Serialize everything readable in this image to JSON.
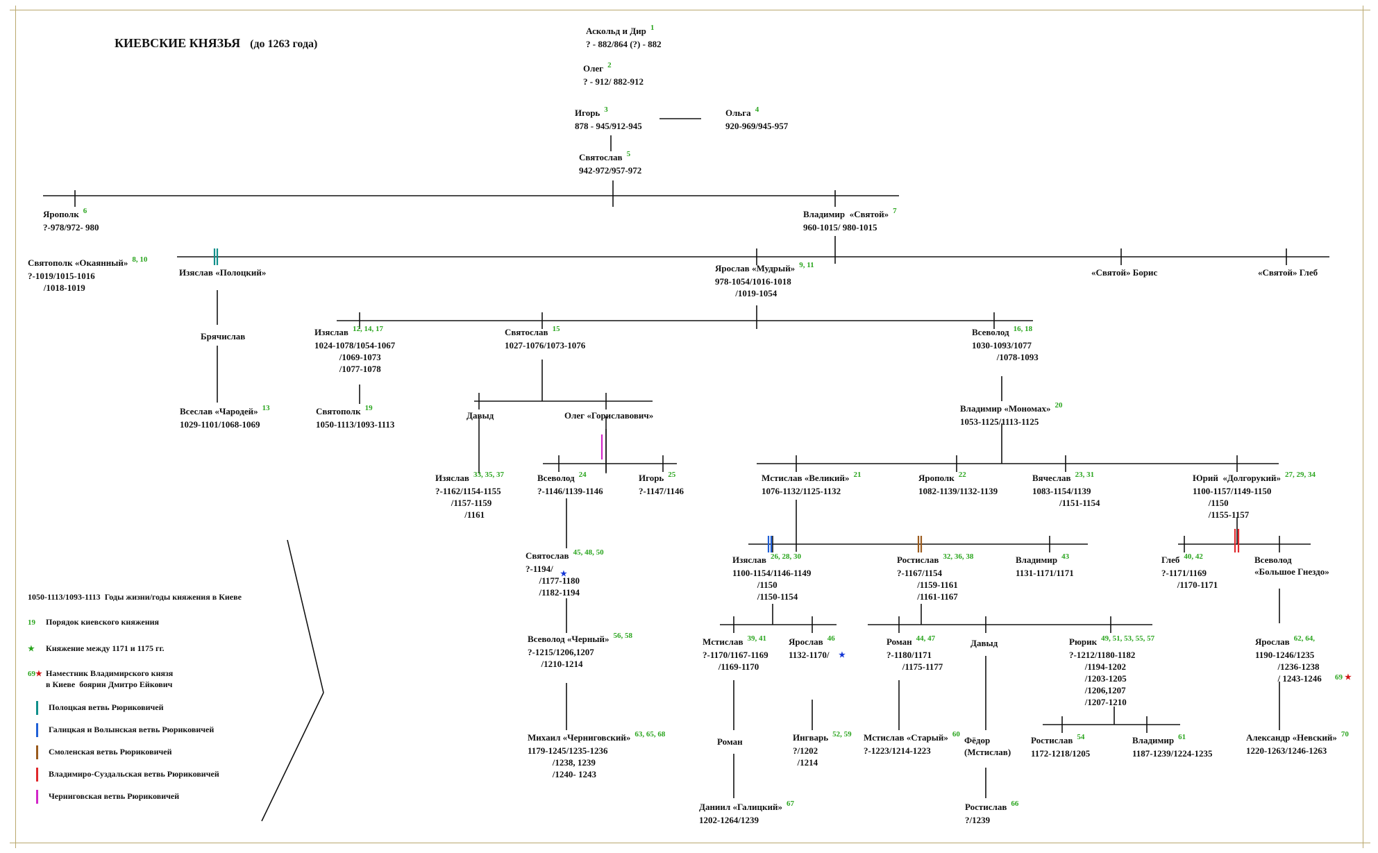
{
  "title": {
    "main": "КИЕВСКИЕ   КНЯЗЬЯ",
    "sub": "(до 1263 года)"
  },
  "colors": {
    "frame": "#b9a76d",
    "order_number": "#2aa51e",
    "polotsk": "#0f8f8a",
    "galich_volyn": "#1f5fd6",
    "smolensk": "#9a5a1c",
    "vladimir_suzdal": "#e0272b",
    "chernigov": "#d226c8"
  },
  "persons": [
    {
      "name": "Аскольд и Дир",
      "n": "1",
      "dates": [
        "? - 882/864 (?) - 882"
      ]
    },
    {
      "name": "Олег",
      "n": "2",
      "dates": [
        "? - 912/ 882-912"
      ]
    },
    {
      "name": "Игорь",
      "n": "3",
      "dates": [
        "878 - 945/912-945"
      ]
    },
    {
      "name": "Ольга",
      "n": "4",
      "dates": [
        "920-969/945-957"
      ]
    },
    {
      "name": "Святослав",
      "n": "5",
      "dates": [
        "942-972/957-972"
      ]
    },
    {
      "name": "Ярополк",
      "n": "6",
      "dates": [
        "?-978/972- 980"
      ]
    },
    {
      "name": "Владимир  «Святой»",
      "n": "7",
      "dates": [
        "960-1015/ 980-1015"
      ]
    },
    {
      "name": "Святополк «Окаянный»",
      "n": "8, 10",
      "dates": [
        "?-1019/1015-1016",
        "       /1018-1019"
      ]
    },
    {
      "name": "Изяслав «Полоцкий»",
      "n": "",
      "dates": []
    },
    {
      "name": "Ярослав «Мудрый»",
      "n": "9, 11",
      "dates": [
        "978-1054/1016-1018",
        "         /1019-1054"
      ]
    },
    {
      "name": "«Святой» Борис",
      "n": "",
      "dates": []
    },
    {
      "name": "«Святой» Глеб",
      "n": "",
      "dates": []
    },
    {
      "name": "Брячислав",
      "n": "",
      "dates": []
    },
    {
      "name": "Изяслав",
      "n": "12, 14, 17",
      "dates": [
        "1024-1078/1054-1067",
        "           /1069-1073",
        "           /1077-1078"
      ]
    },
    {
      "name": "Святослав",
      "n": "15",
      "dates": [
        "1027-1076/1073-1076"
      ]
    },
    {
      "name": "Всеволод",
      "n": "16, 18",
      "dates": [
        "1030-1093/1077",
        "           /1078-1093"
      ]
    },
    {
      "name": "Всеслав «Чародей»",
      "n": "13",
      "dates": [
        "1029-1101/1068-1069"
      ]
    },
    {
      "name": "Святополк",
      "n": "19",
      "dates": [
        "1050-1113/1093-1113"
      ]
    },
    {
      "name": "Давыд",
      "n": "",
      "dates": []
    },
    {
      "name": "Олег «Гориславович»",
      "n": "",
      "dates": []
    },
    {
      "name": "Владимир «Мономах»",
      "n": "20",
      "dates": [
        "1053-1125/1113-1125"
      ]
    },
    {
      "name": "Изяслав",
      "n": "33, 35, 37",
      "dates": [
        "?-1162/1154-1155",
        "       /1157-1159",
        "             /1161"
      ]
    },
    {
      "name": "Всеволод",
      "n": "24",
      "dates": [
        "?-1146/1139-1146"
      ]
    },
    {
      "name": "Игорь",
      "n": "25",
      "dates": [
        "?-1147/1146"
      ]
    },
    {
      "name": "Мстислав «Великий»",
      "n": "21",
      "dates": [
        "1076-1132/1125-1132"
      ]
    },
    {
      "name": "Ярополк",
      "n": "22",
      "dates": [
        "1082-1139/1132-1139"
      ]
    },
    {
      "name": "Вячеслав",
      "n": "23, 31",
      "dates": [
        "1083-1154/1139",
        "            /1151-1154"
      ]
    },
    {
      "name": "Юрий  «Долгорукий»",
      "n": "27, 29, 34",
      "dates": [
        "1100-1157/1149-1150",
        "       /1150",
        "       /1155-1157"
      ]
    },
    {
      "name": "Святослав",
      "n": "45, 48, 50",
      "dates": [
        "?-1194/",
        "      /1177-1180",
        "      /1182-1194"
      ]
    },
    {
      "name": "Изяслав",
      "n": "26, 28, 30",
      "dates": [
        "1100-1154/1146-1149",
        "           /1150",
        "           /1150-1154"
      ]
    },
    {
      "name": "Ростислав",
      "n": "32, 36, 38",
      "dates": [
        "?-1167/1154",
        "         /1159-1161",
        "         /1161-1167"
      ]
    },
    {
      "name": "Владимир",
      "n": "43",
      "dates": [
        "1131-1171/1171"
      ]
    },
    {
      "name": "Глеб",
      "n": "40, 42",
      "dates": [
        "?-1171/1169",
        "       /1170-1171"
      ]
    },
    {
      "name": "Всеволод",
      "n": "",
      "dates": [
        "«Большое Гнездо»"
      ]
    },
    {
      "name": "Всеволод «Черный»",
      "n": "56, 58",
      "dates": [
        "?-1215/1206,1207",
        "      /1210-1214"
      ]
    },
    {
      "name": "Мстислав",
      "n": "39, 41",
      "dates": [
        "?-1170/1167-1169",
        "       /1169-1170"
      ]
    },
    {
      "name": "Ярослав",
      "n": "46",
      "dates": [
        "1132-1170/"
      ]
    },
    {
      "name": "Роман",
      "n": "44, 47",
      "dates": [
        "?-1180/1171",
        "       /1175-1177"
      ]
    },
    {
      "name": "Давыд",
      "n": "",
      "dates": []
    },
    {
      "name": "Рюрик",
      "n": "49, 51, 53, 55, 57",
      "dates": [
        "?-1212/1180-1182",
        "       /1194-1202",
        "       /1203-1205",
        "       /1206,1207",
        "       /1207-1210"
      ]
    },
    {
      "name": "Ярослав",
      "n": "62, 64,",
      "dates": [
        "1190-1246/1235",
        "          /1236-1238",
        "          / 1243-1246"
      ]
    },
    {
      "name": "Михаил «Черниговский»",
      "n": "63, 65, 68",
      "dates": [
        "1179-1245/1235-1236",
        "           /1238, 1239",
        "           /1240- 1243"
      ]
    },
    {
      "name": "Роман",
      "n": "",
      "dates": []
    },
    {
      "name": "Ингварь",
      "n": "52, 59",
      "dates": [
        "?/1202",
        "  /1214"
      ]
    },
    {
      "name": "Мстислав «Старый»",
      "n": "60",
      "dates": [
        "?-1223/1214-1223"
      ]
    },
    {
      "name": "Фёдор",
      "n": "",
      "dates": [
        "(Мстислав)"
      ]
    },
    {
      "name": "Ростислав",
      "n": "54",
      "dates": [
        "1172-1218/1205"
      ]
    },
    {
      "name": "Владимир",
      "n": "61",
      "dates": [
        "1187-1239/1224-1235"
      ]
    },
    {
      "name": "Александр «Невский»",
      "n": "70",
      "dates": [
        "1220-1263/1246-1263"
      ]
    },
    {
      "name": "Даниил «Галицкий»",
      "n": "67",
      "dates": [
        "1202-1264/1239"
      ]
    },
    {
      "name": "Ростислав",
      "n": "66",
      "dates": [
        "?/1239"
      ]
    }
  ],
  "extra_marks": {
    "yaroslav_62_number": "69",
    "star": "★"
  },
  "legend": {
    "dates_example": "1050-1113/1093-1113",
    "dates_desc": "Годы жизни/годы княжения в Киеве",
    "order_num": "19",
    "order_desc": "Порядок киевского княжения",
    "star_desc": "Княжение между 1171 и 1175 гг.",
    "red_num": "69",
    "red_desc_1": "Наместник Владимирского князя",
    "red_desc_2": "в Киеве  боярин Дмитро Ейкович",
    "branches": [
      {
        "label": "Полоцкая ветвь Рюриковичей",
        "color": "#0f8f8a"
      },
      {
        "label": "Галицкая и Волынская ветвь Рюриковичей",
        "color": "#1f5fd6"
      },
      {
        "label": "Смоленская ветвь Рюриковичей",
        "color": "#9a5a1c"
      },
      {
        "label": "Владимиро-Суздальская ветвь Рюриковичей",
        "color": "#e0272b"
      },
      {
        "label": "Черниговская ветвь Рюриковичей",
        "color": "#d226c8"
      }
    ]
  }
}
